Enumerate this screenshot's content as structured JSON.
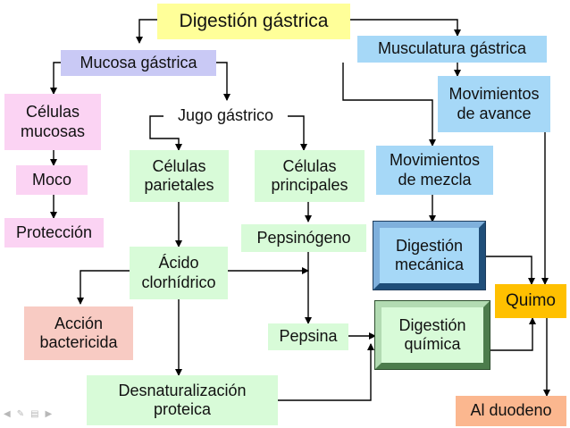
{
  "boxes": {
    "digestion_gastrica": "Digestión gástrica",
    "mucosa_gastrica": "Mucosa gástrica",
    "musculatura_gastrica": "Musculatura gástrica",
    "celulas_mucosas": "Células\nmucosas",
    "jugo_gastrico": "Jugo gástrico",
    "movimientos_avance": "Movimientos\nde avance",
    "moco": "Moco",
    "celulas_parietales": "Células\nparietales",
    "celulas_principales": "Células\nprincipales",
    "movimientos_mezcla": "Movimientos\nde mezcla",
    "proteccion": "Protección",
    "pepsinogeno": "Pepsinógeno",
    "digestion_mecanica": "Digestión\nmecánica",
    "acido_clorhidrico": "Ácido\nclorhídrico",
    "quimo": "Quimo",
    "accion_bactericida": "Acción\nbactericida",
    "pepsina": "Pepsina",
    "digestion_quimica": "Digestión\nquímica",
    "desnaturalizacion": "Desnaturalización\nproteica",
    "al_duodeno": "Al duodeno"
  },
  "colors": {
    "title": "#ffff99",
    "mucosa": "#c9c9f5",
    "pink": "#fbd3f3",
    "green": "#d8fbd8",
    "blue": "#a6d8f7",
    "salmon": "#f8cbc3",
    "quimo": "#ffc000",
    "duodeno": "#fbb78f",
    "arrow": "#000000"
  },
  "nav_icons": [
    "back-arrow-icon",
    "pen-icon",
    "menu-icon",
    "forward-arrow-icon"
  ]
}
